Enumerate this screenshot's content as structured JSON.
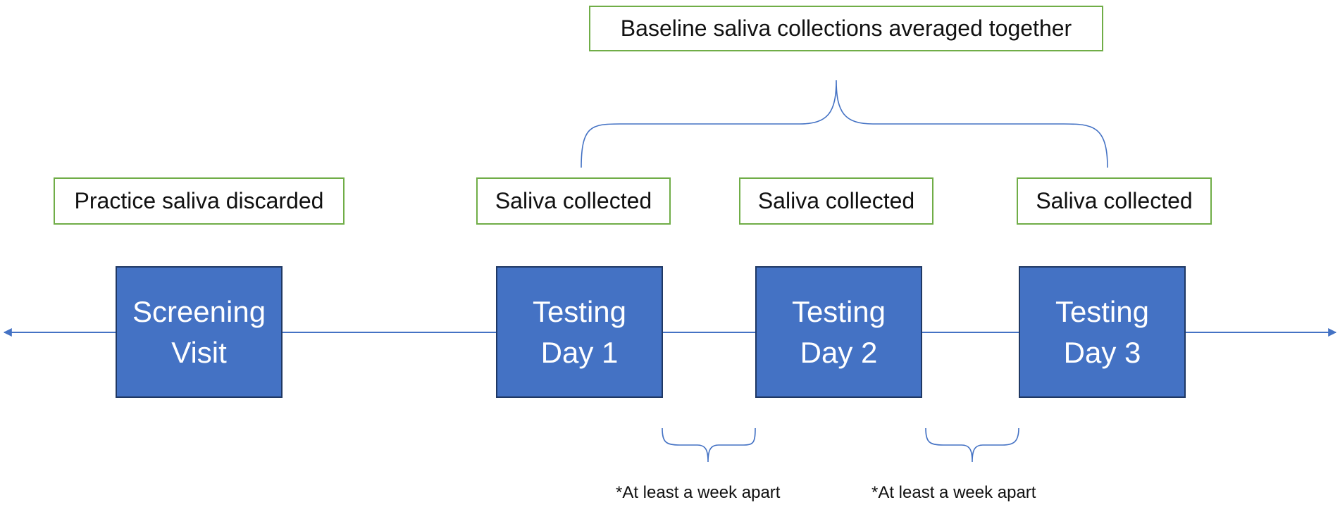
{
  "diagram": {
    "colors": {
      "timeline": "#4472c4",
      "box_fill": "#4472c4",
      "box_border": "#1f3864",
      "note_border": "#70ad47",
      "text_dark": "#111111"
    },
    "top_note": "Baseline saliva collections averaged together",
    "stages": [
      {
        "note": "Practice saliva discarded",
        "line1": "Screening",
        "line2": "Visit"
      },
      {
        "note": "Saliva collected",
        "line1": "Testing",
        "line2": "Day 1"
      },
      {
        "note": "Saliva collected",
        "line1": "Testing",
        "line2": "Day 2"
      },
      {
        "note": "Saliva collected",
        "line1": "Testing",
        "line2": "Day 3"
      }
    ],
    "gaps": [
      {
        "label": "*At least a week apart"
      },
      {
        "label": "*At least a week apart"
      }
    ]
  }
}
